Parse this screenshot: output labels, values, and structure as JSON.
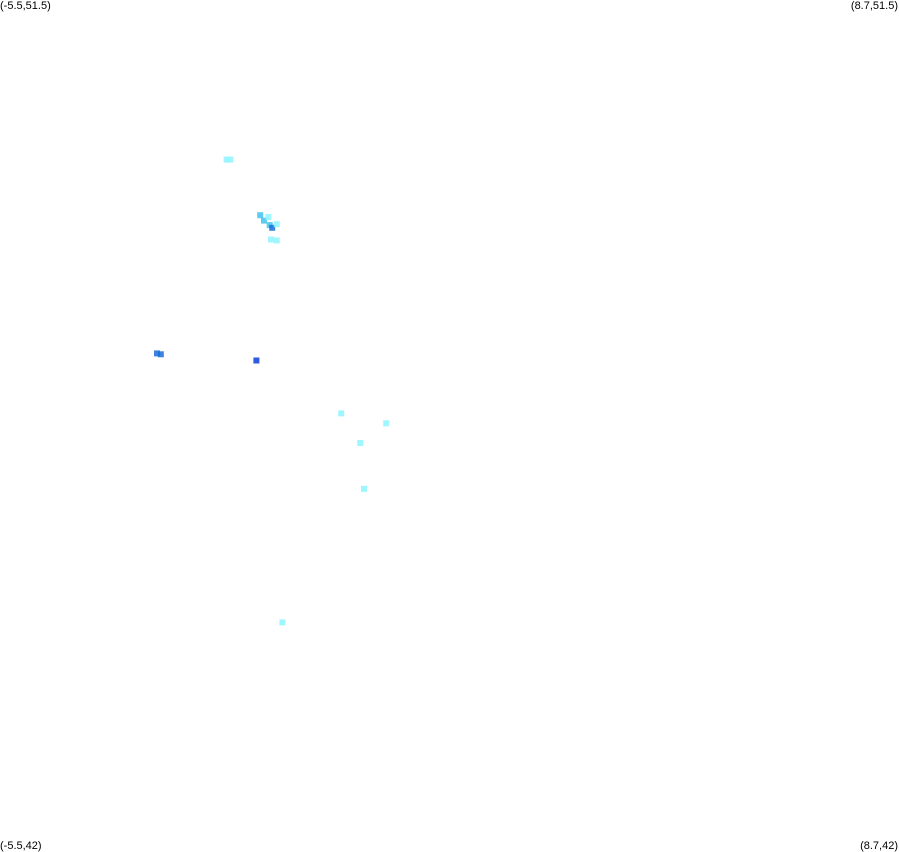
{
  "corners": {
    "top_left": "(-5.5,51.5)",
    "top_right": "(8.7,51.5)",
    "bottom_left": "(-5.5,42)",
    "bottom_right": "(8.7,42)"
  },
  "bounds": {
    "lon_min": -5.5,
    "lon_max": 8.7,
    "lat_min": 42,
    "lat_max": 51.5
  },
  "colors": {
    "light": "#8ff5ff",
    "mid": "#3fc3ee",
    "dark": "#1a6fd8",
    "darkest": "#0a3fd8"
  },
  "points": [
    {
      "lon": -1.92,
      "lat": 49.72,
      "level": "light"
    },
    {
      "lon": -1.86,
      "lat": 49.72,
      "level": "light"
    },
    {
      "lon": -1.39,
      "lat": 49.1,
      "level": "mid"
    },
    {
      "lon": -1.33,
      "lat": 49.04,
      "level": "mid"
    },
    {
      "lon": -1.26,
      "lat": 49.08,
      "level": "light"
    },
    {
      "lon": -1.24,
      "lat": 48.99,
      "level": "mid"
    },
    {
      "lon": -1.2,
      "lat": 48.96,
      "level": "dark"
    },
    {
      "lon": -1.13,
      "lat": 49.0,
      "level": "light"
    },
    {
      "lon": -1.22,
      "lat": 48.83,
      "level": "light"
    },
    {
      "lon": -1.13,
      "lat": 48.82,
      "level": "light"
    },
    {
      "lon": -3.02,
      "lat": 47.56,
      "level": "dark"
    },
    {
      "lon": -2.96,
      "lat": 47.55,
      "level": "dark"
    },
    {
      "lon": -1.45,
      "lat": 47.48,
      "level": "darkest"
    },
    {
      "lon": -0.11,
      "lat": 46.89,
      "level": "light"
    },
    {
      "lon": 0.6,
      "lat": 46.78,
      "level": "light"
    },
    {
      "lon": 0.19,
      "lat": 46.56,
      "level": "light"
    },
    {
      "lon": 0.25,
      "lat": 46.05,
      "level": "light"
    },
    {
      "lon": -1.04,
      "lat": 44.56,
      "level": "light"
    }
  ]
}
